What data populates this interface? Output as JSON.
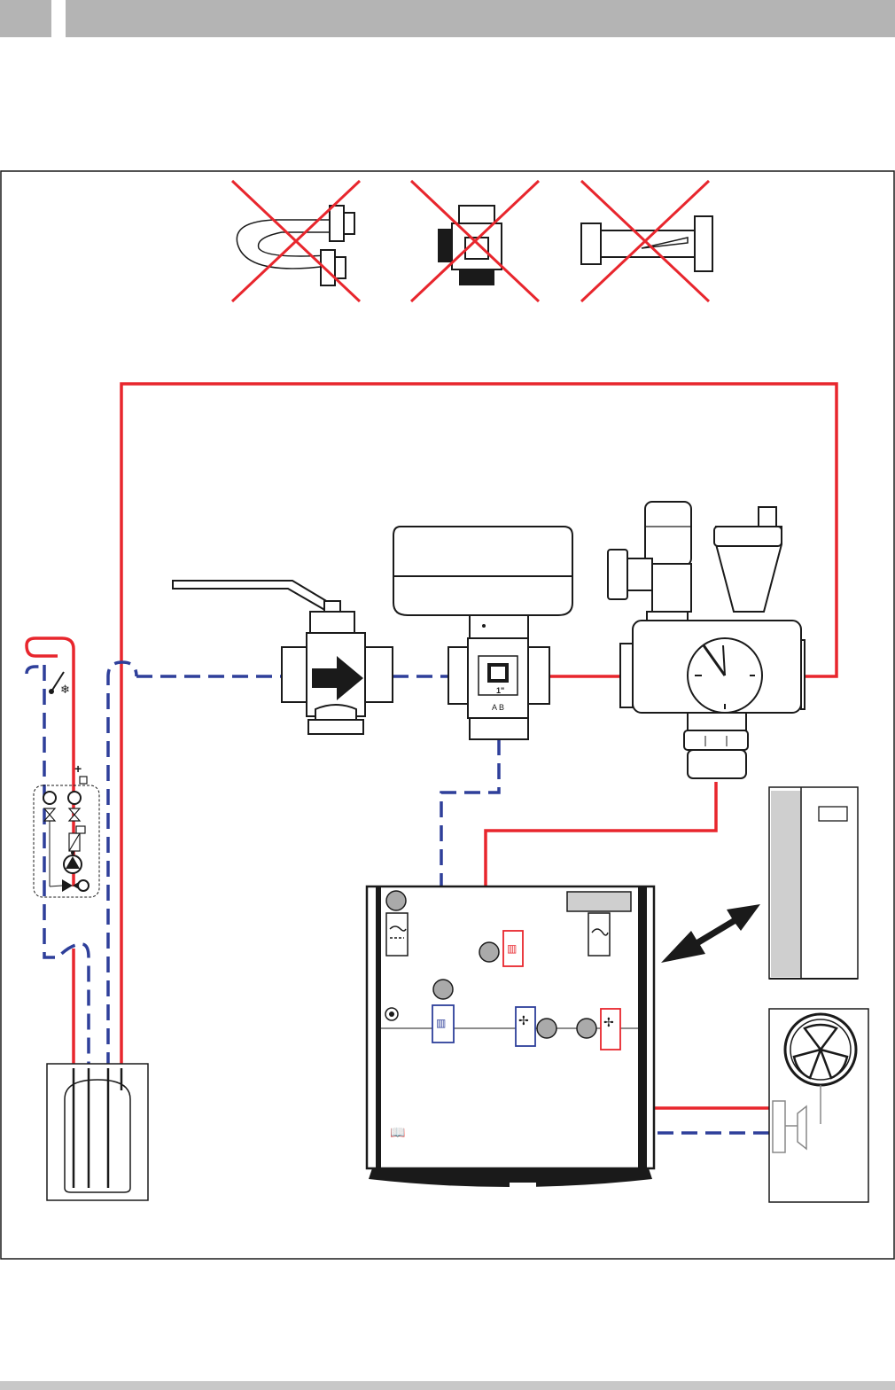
{
  "colors": {
    "supply": "#e8262d",
    "return": "#2e3f9a",
    "outline": "#1a1a1a",
    "header_gray": "#b4b4b4",
    "cross": "#e8262d",
    "grey_panel": "#cfcfcf"
  },
  "labels": {
    "valve_port_label": "A B",
    "valve_size_label": "1\""
  },
  "prohibited_fittings": [
    {
      "name": "u-bend-fitting"
    },
    {
      "name": "tee-fitting"
    },
    {
      "name": "check-valve-fitting"
    }
  ],
  "icons": [
    "thermometer-snowflake-icon",
    "pump-group-icon",
    "wave-icon",
    "radiator-sensor-icon",
    "fan-sensor-icon",
    "manual-book-icon",
    "double-arrow-icon",
    "fan-unit-icon"
  ]
}
